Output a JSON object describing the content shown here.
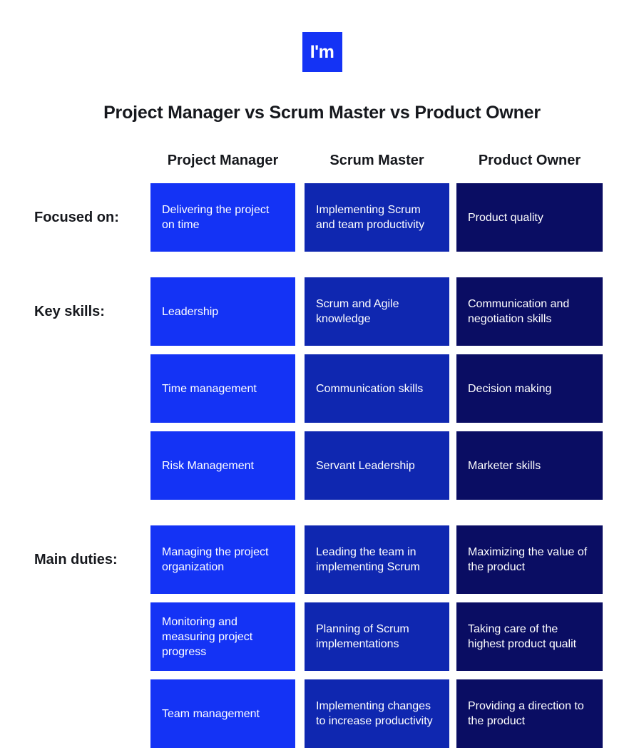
{
  "logo": {
    "text": "I'm",
    "color": "#1433F5",
    "name": "im-logo"
  },
  "title": "Project Manager vs Scrum Master vs Product Owner",
  "columns": [
    {
      "label": "Project Manager",
      "color": "#1433F5"
    },
    {
      "label": "Scrum Master",
      "color": "#0F27B0"
    },
    {
      "label": "Product Owner",
      "color": "#0A0D63"
    }
  ],
  "sections": [
    {
      "label": "Focused on:",
      "rows": [
        {
          "project_manager": "Delivering the project on time",
          "scrum_master": "Implementing Scrum and team productivity",
          "product_owner": "Product quality"
        }
      ]
    },
    {
      "label": "Key skills:",
      "rows": [
        {
          "project_manager": "Leadership",
          "scrum_master": "Scrum and Agile knowledge",
          "product_owner": "Communication and negotiation skills"
        },
        {
          "project_manager": "Time management",
          "scrum_master": "Communication skills",
          "product_owner": "Decision making"
        },
        {
          "project_manager": "Risk Management",
          "scrum_master": "Servant Leadership",
          "product_owner": "Marketer skills"
        }
      ]
    },
    {
      "label": "Main duties:",
      "rows": [
        {
          "project_manager": "Managing the project organization",
          "scrum_master": "Leading the team in implementing Scrum",
          "product_owner": "Maximizing the value of the product"
        },
        {
          "project_manager": "Monitoring and measuring project progress",
          "scrum_master": "Planning of Scrum implementations",
          "product_owner": "Taking care of the highest product qualit"
        },
        {
          "project_manager": "Team management",
          "scrum_master": "Implementing changes to increase productivity",
          "product_owner": "Providing a direction to the product"
        }
      ]
    }
  ]
}
